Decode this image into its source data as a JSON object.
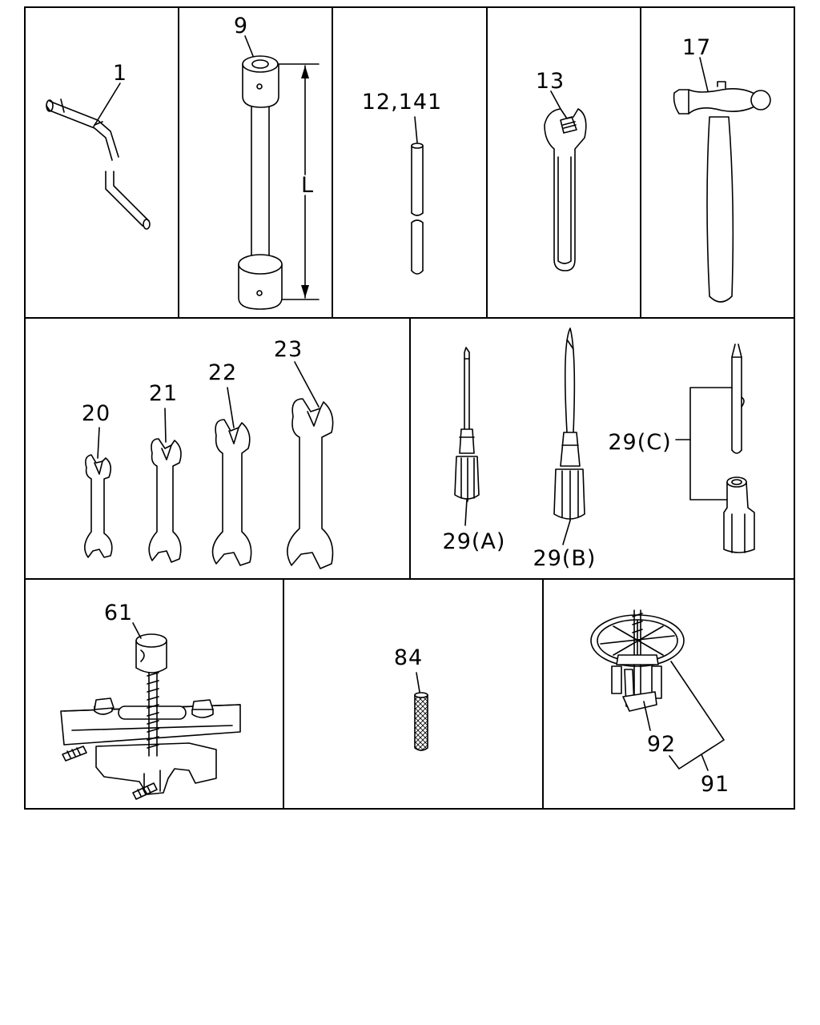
{
  "labels": {
    "p1": "1",
    "p9": "9",
    "dim_l": "L",
    "p12_141": "12,141",
    "p13": "13",
    "p17": "17",
    "p20": "20",
    "p21": "21",
    "p22": "22",
    "p23": "23",
    "p29a": "29(A)",
    "p29b": "29(B)",
    "p29c": "29(C)",
    "p61": "61",
    "p84": "84",
    "p91": "91",
    "p92": "92"
  }
}
